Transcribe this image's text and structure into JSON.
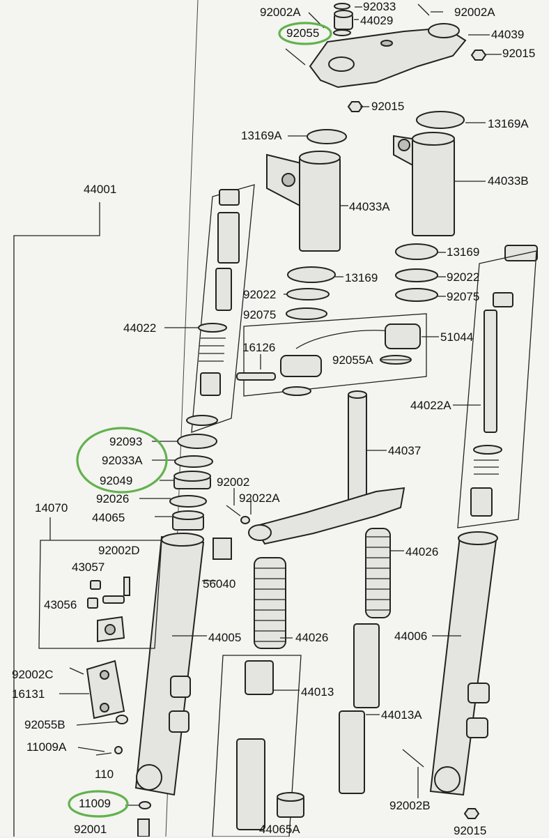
{
  "labels": {
    "p92002A_top": "92002A",
    "p92033": "92033",
    "p92002A_right": "92002A",
    "p44029": "44029",
    "p92055": "92055",
    "p44039": "44039",
    "p92015_right": "92015",
    "p92015_mid": "92015",
    "p13169A_left": "13169A",
    "p13169A_right": "13169A",
    "p44033B": "44033B",
    "p44001": "44001",
    "p44033A": "44033A",
    "p13169_right": "13169",
    "p13169_center": "13169",
    "p92022_center": "92022",
    "p92022_right": "92022",
    "p92075_center": "92075",
    "p92075_right": "92075",
    "p44022": "44022",
    "p51044": "51044",
    "p16126": "16126",
    "p92055A": "92055A",
    "p44022A": "44022A",
    "p92093": "92093",
    "p92033A": "92033A",
    "p92049": "92049",
    "p44037": "44037",
    "p92002": "92002",
    "p92026": "92026",
    "p92022A": "92022A",
    "p14070": "14070",
    "p44065": "44065",
    "p92002D": "92002D",
    "p43057": "43057",
    "p44026_right": "44026",
    "p56040": "56040",
    "p43056": "43056",
    "p44005": "44005",
    "p44026_center": "44026",
    "p44006": "44006",
    "p92002C": "92002C",
    "p16131": "16131",
    "p44013": "44013",
    "p44013A": "44013A",
    "p92055B": "92055B",
    "p11009A": "11009A",
    "p110": "110",
    "p11009": "11009",
    "p92002B": "92002B",
    "p92001": "92001",
    "p44065A": "44065A",
    "p92015_bottom": "92015"
  },
  "highlighted_parts": [
    "92055",
    "92093",
    "92033A",
    "92049",
    "11009"
  ],
  "colors": {
    "highlight": "#62b24d",
    "ink": "#222222",
    "paper": "#f1f1ee"
  }
}
